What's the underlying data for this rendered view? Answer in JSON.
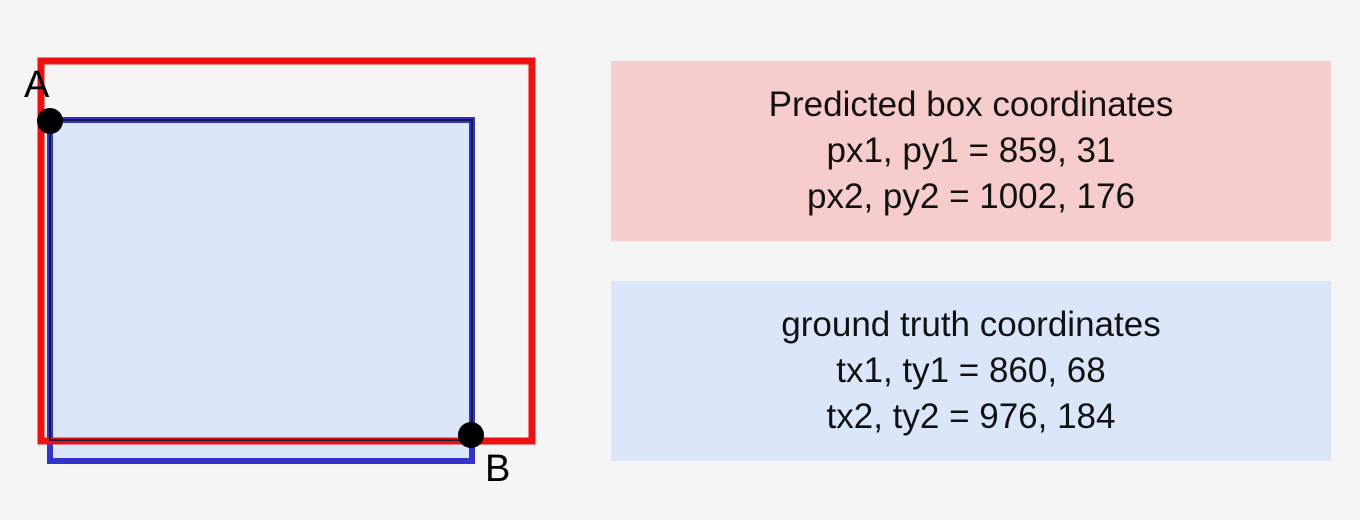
{
  "colors": {
    "background": "#f5f5f5",
    "predicted_stroke": "#ee1111",
    "truth_stroke": "#3333cc",
    "truth_fill": "#dbe6fb",
    "point": "#000000",
    "predicted_panel_bg": "#f7cccc",
    "truth_panel_bg": "#dbe6fb"
  },
  "diagram": {
    "point_a_label": "A",
    "point_b_label": "B"
  },
  "predicted": {
    "title": "Predicted box coordinates",
    "line1": "px1, py1 = 859, 31",
    "line2": "px2, py2 = 1002, 176"
  },
  "truth": {
    "title": "ground truth coordinates",
    "line1": "tx1, ty1 = 860, 68",
    "line2": "tx2, ty2 = 976, 184"
  }
}
